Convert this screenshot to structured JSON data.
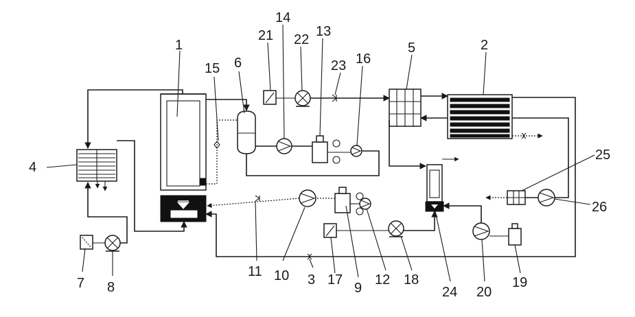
{
  "labels": {
    "n1": "1",
    "n2": "2",
    "n3": "3",
    "n4": "4",
    "n5": "5",
    "n6": "6",
    "n7": "7",
    "n8": "8",
    "n9": "9",
    "n10": "10",
    "n11": "11",
    "n12": "12",
    "n13": "13",
    "n14": "14",
    "n15": "15",
    "n16": "16",
    "n17": "17",
    "n18": "18",
    "n19": "19",
    "n20": "20",
    "n21": "21",
    "n22": "22",
    "n23": "23",
    "n24": "24",
    "n25": "25",
    "n26": "26"
  },
  "colors": {
    "line": "#1a1a1a",
    "background": "#ffffff"
  }
}
